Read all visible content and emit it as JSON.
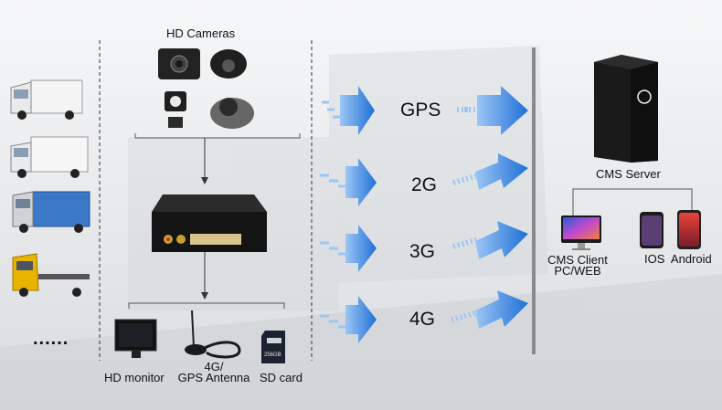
{
  "cameras_label": "HD Cameras",
  "networks": [
    "GPS",
    "2G",
    "3G",
    "4G"
  ],
  "cms_server": "CMS Server",
  "cms_client_line1": "CMS Client",
  "cms_client_line2": "PC/WEB",
  "mobile_label": "IOS  Android",
  "peripherals": {
    "monitor": "HD monitor",
    "antenna_line1": "4G/",
    "antenna_line2": "GPS Antenna",
    "sdcard": "SD card",
    "sdcard_chip_text": "256GB"
  },
  "ellipsis": "......",
  "colors": {
    "arrow": "#2f7fe0",
    "divider": "#8a8a8a",
    "tower": "#1a1a1a",
    "dvr": "#1c1c1c"
  }
}
